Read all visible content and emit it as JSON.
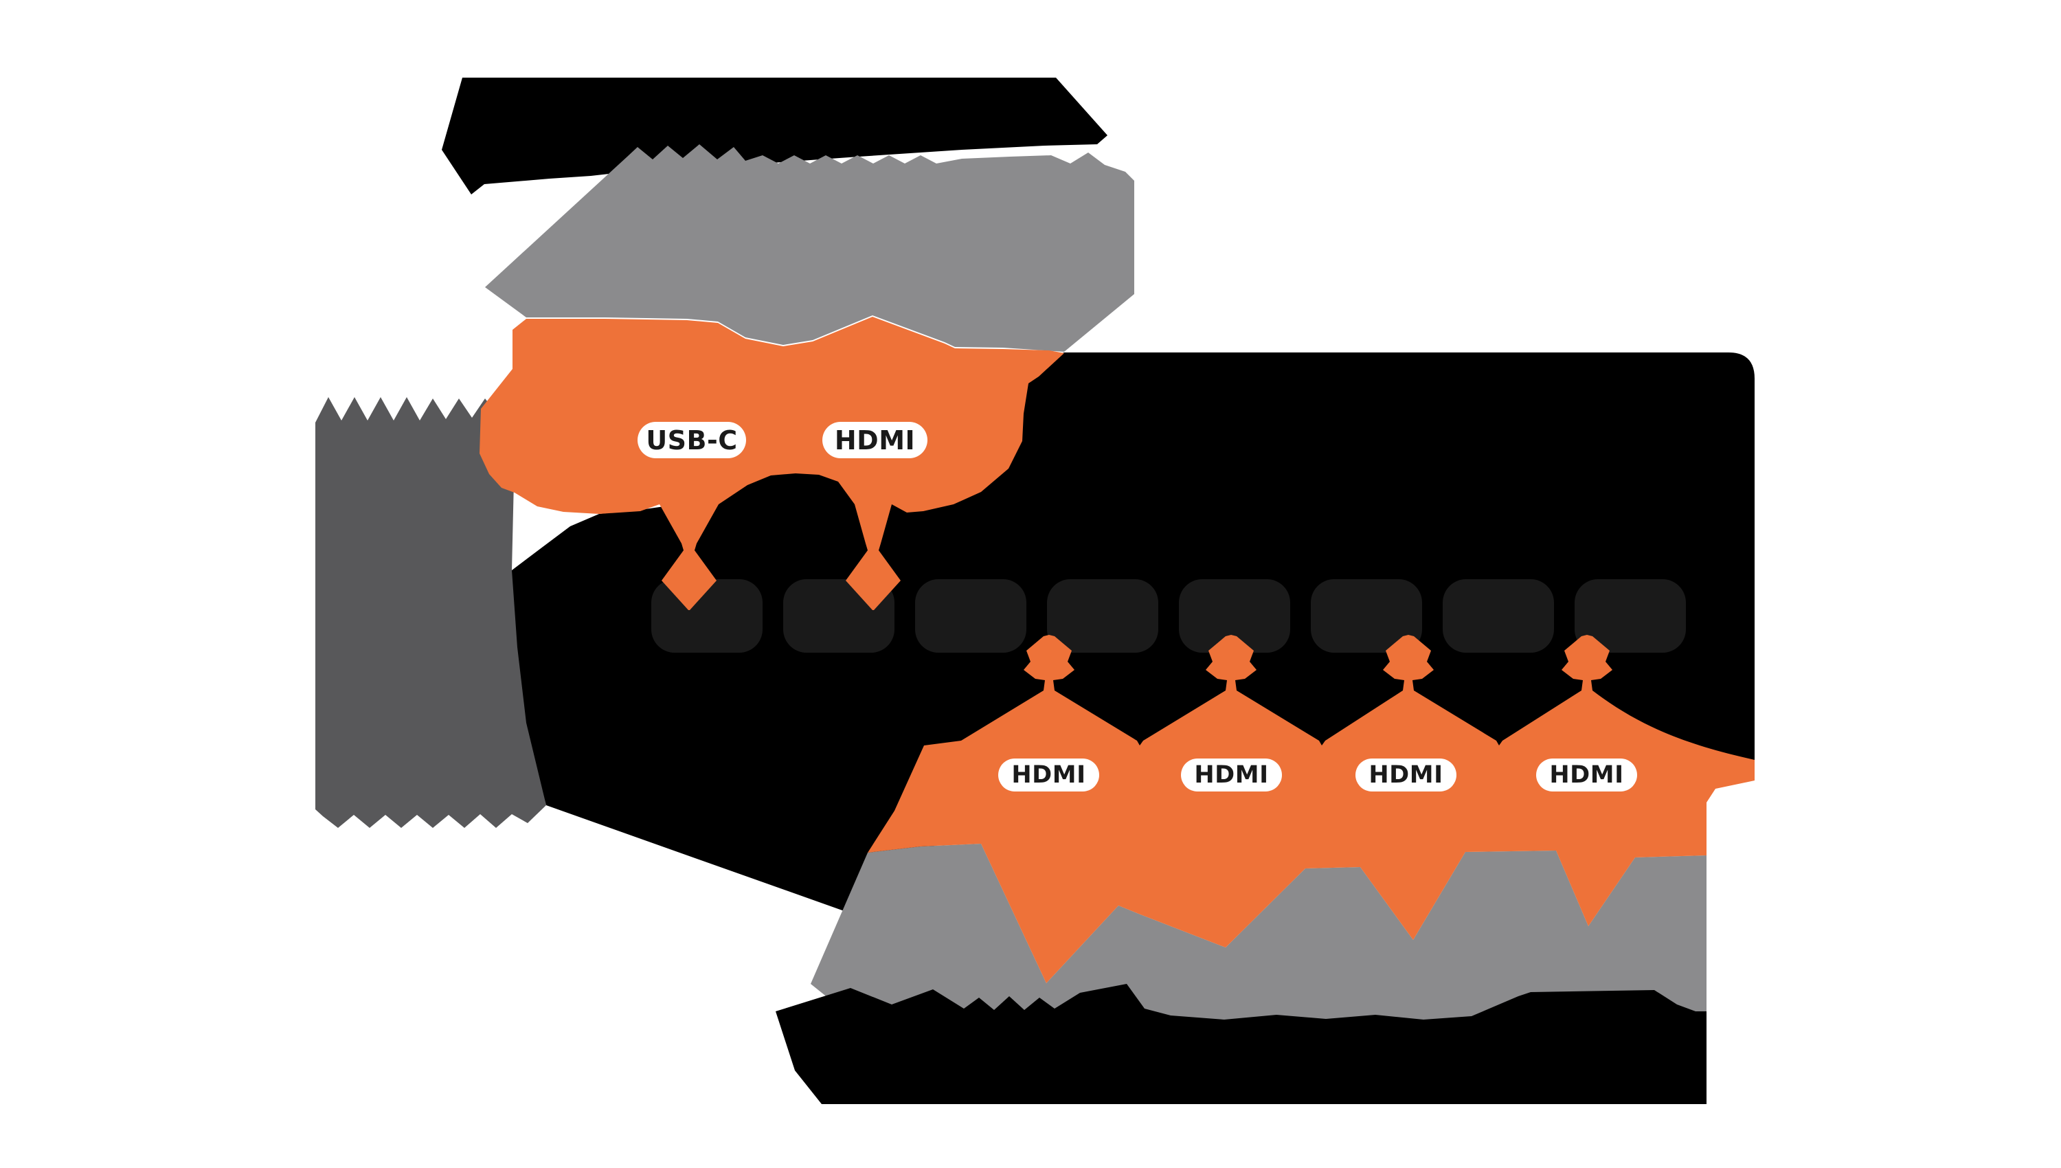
{
  "connections": {
    "input_labels": [
      "USB-C",
      "HDMI"
    ],
    "output_labels": [
      "HDMI",
      "HDMI",
      "HDMI",
      "HDMI"
    ]
  },
  "device": {
    "port_slots": 8
  },
  "colors": {
    "background": "#ffffff",
    "silhouette_black": "#000000",
    "port_charcoal": "#1a1a1a",
    "display_gray": "#8b8b8d",
    "text_block_gray": "#58585a",
    "cable_orange": "#ee7239",
    "pill_background": "#ffffff",
    "pill_text": "#1a1a1a"
  }
}
